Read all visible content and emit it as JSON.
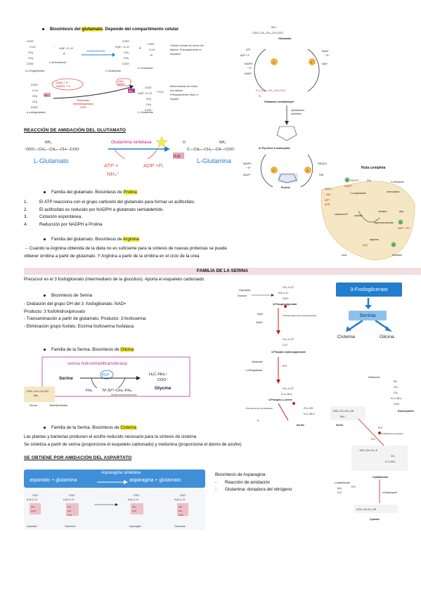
{
  "s1": {
    "heading_prefix": "Biosíntesis  del ",
    "heading_hl": "glutamato",
    "heading_suffix": ". Depende del compartimento celular",
    "row1": {
      "left": "α-Cetoglutarato",
      "aa": "L-Aminoácido",
      "enzyme": "transaminasa",
      "product": "L-Glutamato",
      "cetoacid": "α-Cetoácido",
      "note": [
        "Citosol celular de todos los",
        "tejidos. Principalmente el",
        "hepático"
      ]
    },
    "row2": {
      "left": "α-cetoglutarato",
      "cof_in": "NADH + H⁺ / NADPH + H⁺",
      "cof_out": "NAD⁺ / NADP⁺",
      "nh4": "NH₄⁺",
      "enzyme": [
        "Glutamato",
        "deshidrogenasa",
        "GDH"
      ],
      "product": "L-Glutamato",
      "h2o": "+ H₂O",
      "note": [
        "Mitocondrias de todos",
        "los tejidos.",
        "Principalmente riñón e",
        "hígado"
      ]
    }
  },
  "cycle": {
    "top": "–OOC–CH₂–CH₂–CH–COO⁻",
    "glutamate": "Glutamate",
    "semi": "Glutamate semialdehyde",
    "spont": [
      "Spontaneous",
      "cyclization"
    ],
    "p5c": "Δ¹-Pyrroline 5-carboxylate",
    "proline": "Proline",
    "labels_left": [
      "ATP",
      "ADP + Pᵢ",
      "NADPH",
      "+ H⁺",
      "NADP⁺",
      "NADPH",
      "+ H⁺",
      "NADP⁺"
    ],
    "labels_right": [
      "NADH",
      "+ H⁺",
      "NAD⁺",
      "FAD(2H)",
      "FAD"
    ],
    "steps": [
      "1",
      "4",
      "2",
      "3"
    ]
  },
  "amid": {
    "title": "REACCIÓN DE AMIDACIÓN DEL GLUTAMATO",
    "enzyme": "Glutamina sintetasa",
    "left_formula": "⁻OOC—CH₂—CH₂—CH—COO⁻",
    "left_nh3": "NH₃",
    "left_name": "L-Glutamato",
    "atp": "ATP +",
    "nh4": "NH₄⁺",
    "adp": "ADP +Pᵢ",
    "right_formula": "C—CH₂—CH₂—CH—COO⁻",
    "right_o": "O",
    "right_h2n": "H₂N",
    "right_name": "L-Glutamina"
  },
  "urea": {
    "title": "Ruta completa",
    "labels": [
      "HCO₃⁻",
      "NH₄⁺",
      "ATP",
      "ADP",
      "NADPH",
      "NADP⁺",
      "Glu",
      "2-oxoglutarato",
      "aminoácido",
      "2-cetoácido",
      "carbamoil-P",
      "citrulina",
      "ornitina",
      "argininosuccinato",
      "arginina",
      "urea",
      "fumarato",
      "Asp",
      "AMP + PPᵢ",
      "H₂O",
      "5",
      "6",
      "3"
    ]
  },
  "prolina": {
    "item_prefix": "Familia del glutamato. Biosíntesis de ",
    "item_hl": "Prolina",
    "steps": [
      {
        "n": "1.",
        "text": "El ATP reacciona con el grupo carboxilo del glutamato para formar un acilfosfato."
      },
      {
        "n": "2.",
        "text": "El acilfosfato es reducido por NADPH a glutamato semialdehído."
      },
      {
        "n": "3.",
        "text": "Ciclación espontánea."
      },
      {
        "n": "4.",
        "text": "Reducción por NADPH a Prolina"
      }
    ]
  },
  "arginina": {
    "item_prefix": "Familia del glutamato. Biosíntesis de ",
    "item_hl": "Arginina",
    "lines": [
      "→ Cuando la Arginina obtenida de la dieta no es suficiente para la síntesis de nuevas proteínas se puede",
      "obtener ornitina a partir de glutamato. Y Arginina a partir de la ornitina en el ciclo de la urea"
    ]
  },
  "serina_band": "FAMILIA DE LA SERINA",
  "serina": {
    "intro": "Precursor es el 3 fosfoglicerato (intermediario de la glucolisis). Aporta el esqueleto carbonado",
    "item": "Biosíntesis de Serina",
    "lines": [
      "-     Oxidación del grupo OH del 3 -fosfoglicerato. NAD+",
      "Producto: 3 fosfohidroxipiruvato",
      "-     Transaminación a partir de glutamato. Producto: 3-fosfoserina",
      "-     Eliminación grupo fosfato. Enzima fosfoserina fosfatasa"
    ]
  },
  "serpath": {
    "labels": [
      "Glycolysis",
      "Glucose",
      "3-Phosphoglycerate",
      "NAD⁺",
      "NADH",
      "3-Phosphoglycerate dehydrogenase",
      "3-Phospho-hydroxypyruvate",
      "Glutamate",
      "α-Ketoglutarate",
      "PLP",
      "3-Phospho-L-serine",
      "Phosphoserine phosphatase",
      "Serine",
      "Pᵢ"
    ]
  },
  "fosfo": {
    "top": "3-Fosfoglicerato",
    "mid": "Serina",
    "left": "Cisteína",
    "right": "Glicina"
  },
  "glicina": {
    "item_prefix": "Familia de la Serina. Biosíntesis de ",
    "item_hl": "Glicina",
    "enzyme": "serina hidroximetiltransferasa",
    "plp": "PLP",
    "serine": "Serine",
    "glycine": "Glycine",
    "fh4": "FH₄",
    "n5n10": "N⁵,N¹⁰–CH₂–FH₄",
    "thf": "Tetrahidrofolato",
    "mthf": "Metilenotetrahidrofolato",
    "ser_formula": "⁻OOC–CH–CH₂OH",
    "gly_formula": "H₂C–NH₃⁺",
    "gly_coo": "COO⁻",
    "ser_name": "Serine"
  },
  "cis": {
    "labels": [
      "Methionine",
      "SH",
      "CH₂",
      "Serine",
      "H₂O",
      "PLP",
      "Cystathionine β-synthase",
      "Homocysteine",
      "Cystathionine",
      "Cysteine",
      "γ-cystathionase",
      "α-Ketobutyrate",
      "NH₄⁺",
      "H₂O",
      "PLP"
    ]
  },
  "cisteina": {
    "item_prefix": "Familia de la Serina. Biosíntesis de ",
    "item_hl": "Cisteína",
    "lines": [
      "Las plantas y bacterias producen el azufre reducido necesario para la síntesis de cisteína",
      "Se sintetiza a partir de serina (proporciona el esqueleto carbonado) y metionina (proporciona el átomo de azufre)"
    ]
  },
  "aspartato": {
    "title": "SE OBTIENE POR AMIDACIÓN DEL ASPARTATO",
    "enzyme": "Asparagina sintetasa",
    "left": "aspartato + glutamina",
    "right": "asparagina + glutamato",
    "names": [
      "Aspartate",
      "Glutamine",
      "Asparagine",
      "Glutamate"
    ],
    "side_title": "Biosíntesis de Asparagina:",
    "side_items": [
      "Reacción de amidación",
      "Glutamina: donadora del nitrógeno"
    ]
  },
  "colors": {
    "highlight": "#f6ef3b",
    "blue": "#1f7ecf",
    "pink": "#e9a7b4",
    "band": "#f2dede",
    "purple": "#b03a94"
  }
}
